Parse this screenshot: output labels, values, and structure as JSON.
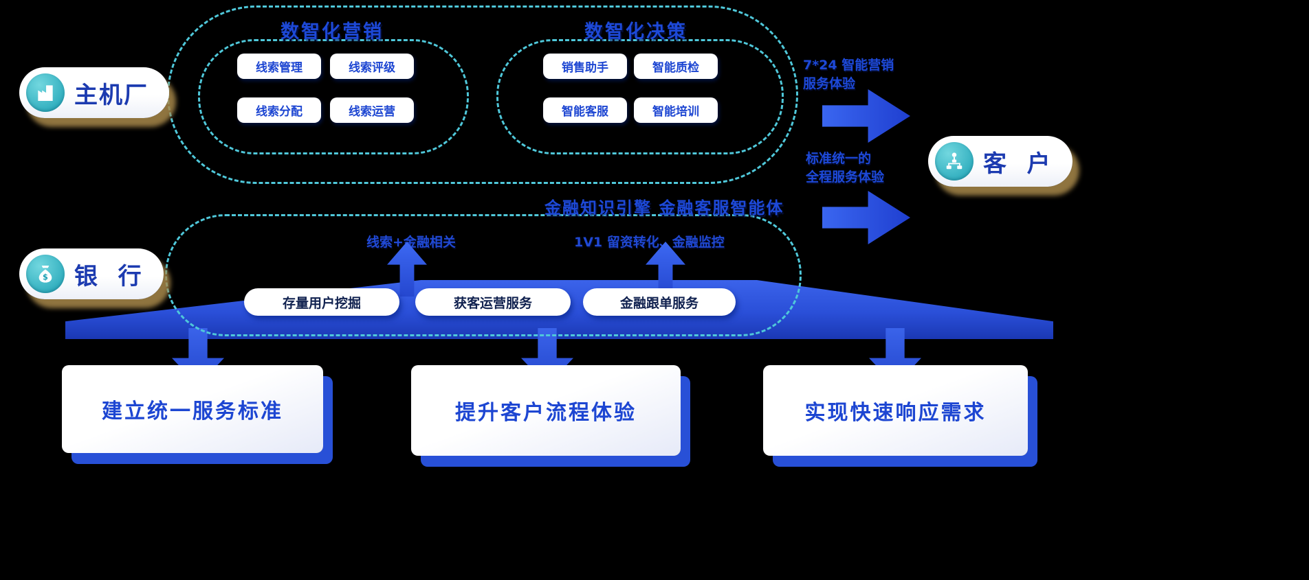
{
  "actors": {
    "oem": "主机厂",
    "bank": "银  行",
    "customer": "客  户"
  },
  "top_group": {
    "marketing": {
      "title": "数智化营销",
      "pills": [
        "线索管理",
        "线索评级",
        "线索分配",
        "线索运营"
      ]
    },
    "decision": {
      "title": "数智化决策",
      "pills": [
        "销售助手",
        "智能质检",
        "智能客服",
        "智能培训"
      ]
    }
  },
  "flow_arrows": {
    "arrow1": {
      "line1": "7*24 智能营销",
      "line2": "服务体验"
    },
    "arrow2": {
      "line1": "标准统一的",
      "line2": "全程服务体验"
    }
  },
  "middle_group": {
    "title": "金融知识引擎 金融客服智能体",
    "label_left": "线索+金融相关",
    "label_right": "1V1 留资转化、金融监控",
    "pills": [
      "存量用户挖掘",
      "获客运营服务",
      "金融跟单服务"
    ]
  },
  "goals": [
    "建立统一服务标准",
    "提升客户流程体验",
    "实现快速响应需求"
  ],
  "colors": {
    "accent_blue": "#1d46d2",
    "teal_dash": "#4fc8da",
    "arrow_blue": "#2a52dd",
    "badge_shadow_tan": "#a8884a"
  }
}
